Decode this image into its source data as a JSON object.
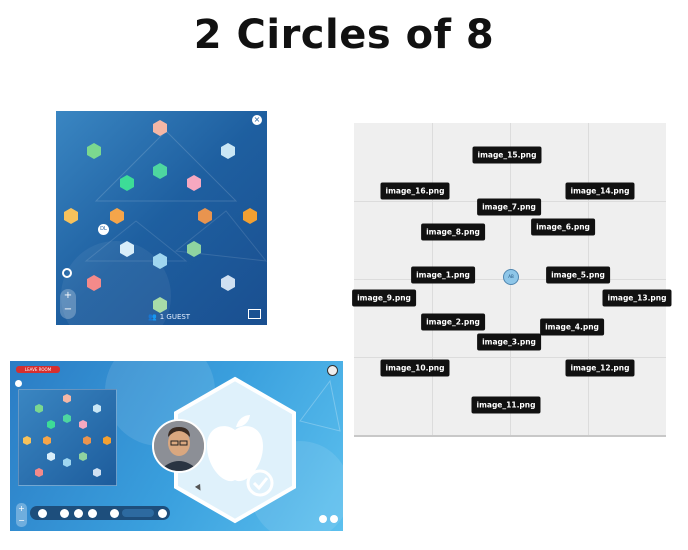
{
  "page": {
    "title": "2 Circles of 8"
  },
  "panel_room": {
    "guest_count_label": "1 GUEST",
    "initials": "DL"
  },
  "panel_layout": {
    "hub_label": "AB",
    "images": [
      {
        "id": "image_15.png",
        "label": "image_15.png"
      },
      {
        "id": "image_16.png",
        "label": "image_16.png"
      },
      {
        "id": "image_14.png",
        "label": "image_14.png"
      },
      {
        "id": "image_7.png",
        "label": "image_7.png"
      },
      {
        "id": "image_6.png",
        "label": "image_6.png"
      },
      {
        "id": "image_8.png",
        "label": "image_8.png"
      },
      {
        "id": "image_1.png",
        "label": "image_1.png"
      },
      {
        "id": "image_5.png",
        "label": "image_5.png"
      },
      {
        "id": "image_9.png",
        "label": "image_9.png"
      },
      {
        "id": "image_13.png",
        "label": "image_13.png"
      },
      {
        "id": "image_2.png",
        "label": "image_2.png"
      },
      {
        "id": "image_4.png",
        "label": "image_4.png"
      },
      {
        "id": "image_3.png",
        "label": "image_3.png"
      },
      {
        "id": "image_10.png",
        "label": "image_10.png"
      },
      {
        "id": "image_12.png",
        "label": "image_12.png"
      },
      {
        "id": "image_11.png",
        "label": "image_11.png"
      }
    ]
  },
  "panel_video": {
    "top_button_label": "LEAVE ROOM"
  },
  "colors": {
    "accent": "#d62f2f",
    "room_bg": "#1e5fa0",
    "label_bg": "#111111"
  }
}
